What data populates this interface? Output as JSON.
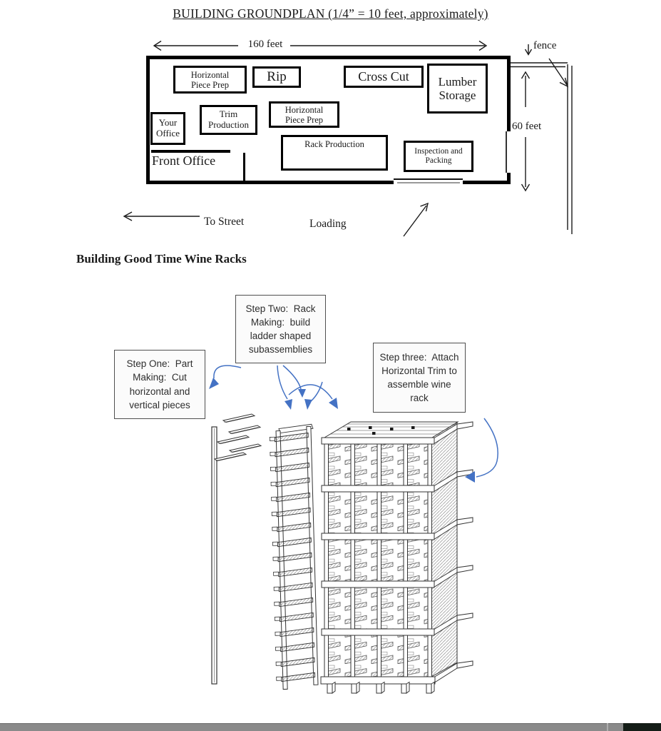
{
  "title": "BUILDING GROUNDPLAN (1/4” = 10 feet, approximately)",
  "plan": {
    "width_label": "160 feet",
    "height_label": "60 feet",
    "fence_label": "fence",
    "to_street_label": "To Street",
    "loading_label": "Loading",
    "rooms": {
      "horizontal_piece_prep_1": "Horizontal\nPiece Prep",
      "rip": "Rip",
      "cross_cut": "Cross Cut",
      "lumber_storage": "Lumber\nStorage",
      "your_office": "Your\nOffice",
      "trim_production": "Trim\nProduction",
      "horizontal_piece_prep_2": "Horizontal\nPiece Prep",
      "rack_production": "Rack Production",
      "inspection_packing": "Inspection and\nPacking",
      "front_office": "Front Office"
    }
  },
  "section": {
    "heading": "Building Good Time Wine Racks",
    "steps": {
      "one": "Step One:  Part\nMaking:  Cut\nhorizontal and\nvertical pieces",
      "two": "Step Two:  Rack\nMaking:  build\nladder shaped\nsubassemblies",
      "three": "Step three:  Attach\nHorizontal Trim to\nassemble wine\nrack"
    }
  },
  "colors": {
    "flow_arrow_blue": "#4472c4",
    "plan_line_black": "#1a1a1a",
    "bottom_bar_gray": "#8a8a8a",
    "bottom_bar_dark": "#141d17"
  }
}
